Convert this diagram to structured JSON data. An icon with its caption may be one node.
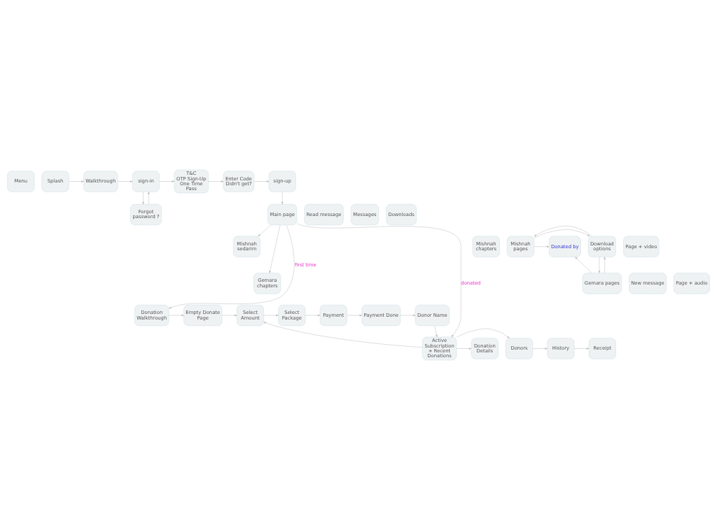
{
  "diagram": {
    "nodes": [
      {
        "text": [
          "Menu"
        ]
      },
      {
        "text": [
          "Splash"
        ]
      },
      {
        "text": [
          "Walkthrough"
        ]
      },
      {
        "text": [
          "sign-in"
        ]
      },
      {
        "text": [
          "T&C",
          "OTP Sign-Up",
          "One Time Pass"
        ]
      },
      {
        "text": [
          "Enter Code",
          "Didn't get?"
        ]
      },
      {
        "text": [
          "sign-up"
        ]
      },
      {
        "text": [
          "Forgot password ?"
        ]
      },
      {
        "text": [
          "Main page"
        ]
      },
      {
        "text": [
          "Mishnah sedarim"
        ]
      },
      {
        "text": [
          "Mishnah chapters"
        ]
      },
      {
        "text": [
          "Mishnah pages"
        ]
      },
      {
        "text": [
          "Page + video"
        ]
      },
      {
        "text": [
          "Download options"
        ]
      },
      {
        "text": [
          "Donated by"
        ]
      },
      {
        "text": [
          "Page + audio"
        ]
      },
      {
        "text": [
          "Gemara chapters"
        ]
      },
      {
        "text": [
          "Gemara pages"
        ]
      },
      {
        "text": [
          "Read message"
        ]
      },
      {
        "text": [
          "Messages"
        ]
      },
      {
        "text": [
          "Downloads"
        ]
      },
      {
        "text": [
          "New message"
        ]
      },
      {
        "text": [
          "Donation Walkthrough"
        ]
      },
      {
        "text": [
          "Empty Donate Page"
        ]
      },
      {
        "text": [
          "Select Amount"
        ]
      },
      {
        "text": [
          "Select Package"
        ]
      },
      {
        "text": [
          "Payment"
        ]
      },
      {
        "text": [
          "Payment Done"
        ]
      },
      {
        "text": [
          "Donor Name"
        ]
      },
      {
        "text": [
          "Active Subscription + Recent Donations"
        ]
      },
      {
        "text": [
          "Donation Details"
        ]
      },
      {
        "text": [
          "Donors"
        ]
      },
      {
        "text": [
          "History"
        ]
      },
      {
        "text": [
          "Receipt"
        ]
      }
    ],
    "edges": [
      {
        "from": 1,
        "to": 2,
        "arrow": "to"
      },
      {
        "from": 2,
        "to": 3,
        "arrow": "to"
      },
      {
        "from": 3,
        "to": 4,
        "arrow": "to"
      },
      {
        "from": 4,
        "to": 5,
        "arrow": "to"
      },
      {
        "from": 5,
        "to": 6,
        "arrow": "to"
      },
      {
        "from": 3,
        "to": 7,
        "arrow": "to"
      },
      {
        "from": 7,
        "to": 3,
        "arrow": "to"
      },
      {
        "from": 6,
        "to": 8,
        "arrow": "to"
      },
      {
        "from": 8,
        "to": 9,
        "arrow": "to"
      },
      {
        "from": 8,
        "to": 16,
        "arrow": "to"
      },
      {
        "from": 8,
        "to": 22,
        "arrow": "to",
        "label": "first time"
      },
      {
        "from": 8,
        "to": 29,
        "arrow": "to",
        "label": "donated"
      },
      {
        "from": 11,
        "to": 13,
        "arrow": "to"
      },
      {
        "from": 13,
        "to": 11,
        "arrow": "to"
      },
      {
        "from": 17,
        "to": 13,
        "arrow": "to"
      },
      {
        "from": 13,
        "to": 17,
        "arrow": "to"
      },
      {
        "from": 11,
        "to": 14,
        "arrow": "to"
      },
      {
        "from": 17,
        "to": 14,
        "arrow": "to"
      },
      {
        "from": 22,
        "to": 23,
        "arrow": "to"
      },
      {
        "from": 23,
        "to": 24,
        "arrow": "to"
      },
      {
        "from": 24,
        "to": 25,
        "arrow": "to"
      },
      {
        "from": 25,
        "to": 26,
        "arrow": "to"
      },
      {
        "from": 26,
        "to": 27,
        "arrow": "to"
      },
      {
        "from": 27,
        "to": 28,
        "arrow": "to"
      },
      {
        "from": 28,
        "to": 29,
        "arrow": "to"
      },
      {
        "from": 29,
        "to": 24,
        "arrow": "to"
      },
      {
        "from": 29,
        "to": 30,
        "arrow": "to"
      },
      {
        "from": 29,
        "to": 31,
        "arrow": "to"
      },
      {
        "from": 31,
        "to": 32,
        "arrow": "to"
      },
      {
        "from": 32,
        "to": 33,
        "arrow": "to"
      }
    ]
  }
}
